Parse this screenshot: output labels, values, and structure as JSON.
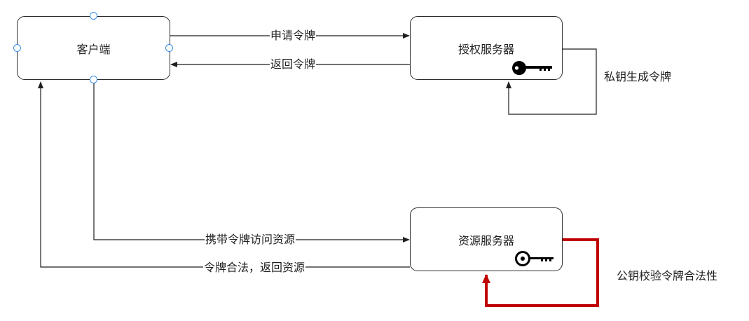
{
  "nodes": {
    "client": "客户端",
    "auth_server": "授权服务器",
    "resource_server": "资源服务器"
  },
  "edges": {
    "request_token": "申请令牌",
    "return_token": "返回令牌",
    "access_with_token": "携带令牌访问资源",
    "token_valid_return": "令牌合法，返回资源"
  },
  "annotations": {
    "private_key_generate": "私钥生成令牌",
    "public_key_verify": "公钥校验令牌合法性"
  },
  "icons": {
    "auth_server_key": "filled-key-icon",
    "resource_server_key": "outline-key-icon"
  },
  "colors": {
    "self_loop_resource": "#c00000",
    "selection_handle": "#3a8ee6"
  }
}
